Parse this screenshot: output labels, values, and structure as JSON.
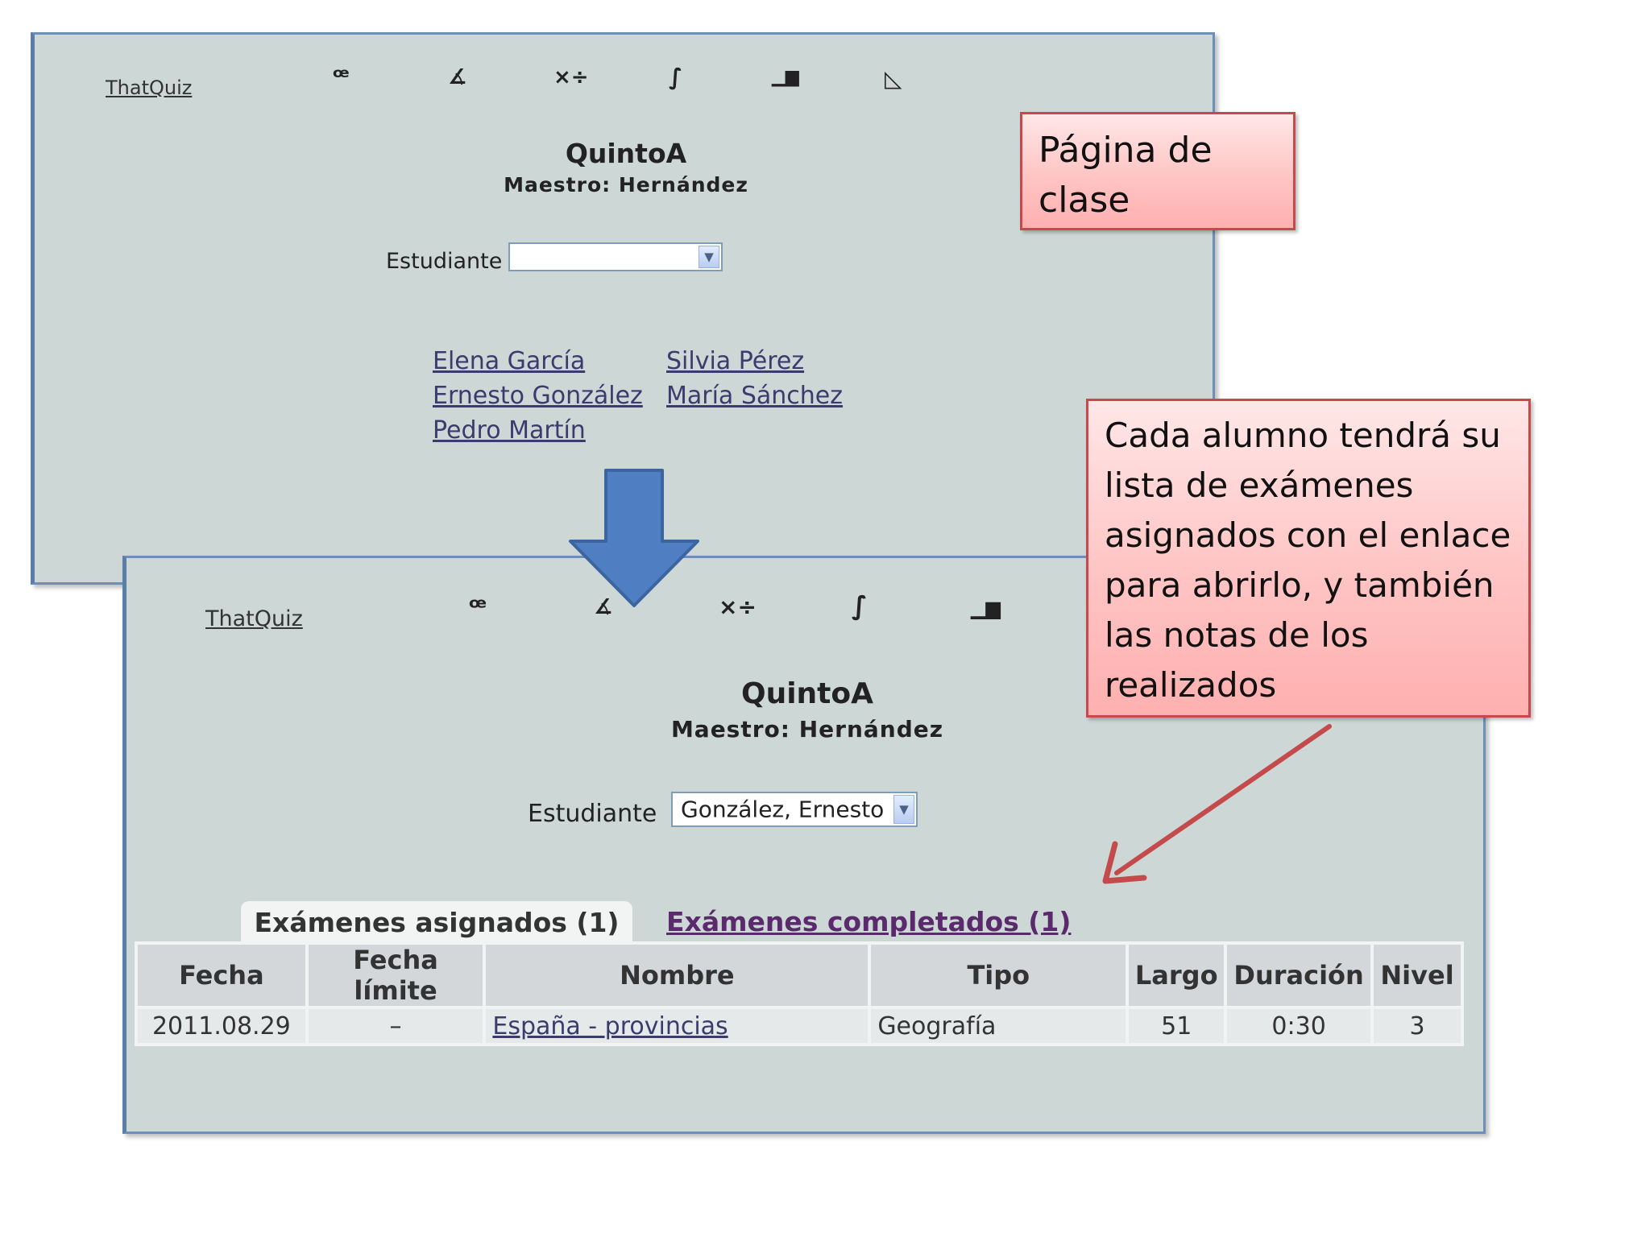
{
  "screen1": {
    "brand": "ThatQuiz",
    "icons": [
      "formulas-icon",
      "geometry-angle-icon",
      "arithmetic-icon",
      "integral-icon",
      "statistics-icon",
      "triangle-icon"
    ],
    "icon_glyphs": [
      "ꟹ",
      "∡",
      "×÷",
      "∫",
      "▁▆",
      "◺"
    ],
    "class_title": "QuintoA",
    "teacher": "Maestro:  Hernández",
    "student_label": "Estudiante",
    "student_select_value": "",
    "students": [
      "Elena García",
      "Ernesto González",
      "Pedro Martín",
      "Silvia Pérez",
      "María Sánchez"
    ]
  },
  "screen2": {
    "brand": "ThatQuiz",
    "icon_glyphs": [
      "ꟹ",
      "∡",
      "×÷",
      "∫",
      "▁▆"
    ],
    "class_title": "QuintoA",
    "teacher": "Maestro:  Hernández",
    "student_label": "Estudiante",
    "student_select_value": "González, Ernesto",
    "tabs": {
      "active": "Exámenes asignados (1)",
      "other": "Exámenes completados (1)"
    },
    "table": {
      "headers": [
        "Fecha",
        "Fecha límite",
        "Nombre",
        "Tipo",
        "Largo",
        "Duración",
        "Nivel"
      ],
      "rows": [
        [
          "2011.08.29",
          "–",
          "España - provincias",
          "Geografía",
          "51",
          "0:30",
          "3"
        ]
      ]
    }
  },
  "callouts": {
    "class_page": "Página de clase",
    "student_exams": "Cada alumno tendrá su lista de exámenes asignados con el enlace para abrirlo, y también las notas de los realizados"
  },
  "colors": {
    "page_bg": "#cdd7d6",
    "frame_border": "#6c8fb8",
    "callout_border": "#c8484b",
    "callout_fill": "#ffc4c4",
    "down_arrow": "#4f7fc2",
    "pointer_arrow": "#c54a4b",
    "link": "#3b3b6e",
    "visited_link": "#5a2a6c"
  }
}
